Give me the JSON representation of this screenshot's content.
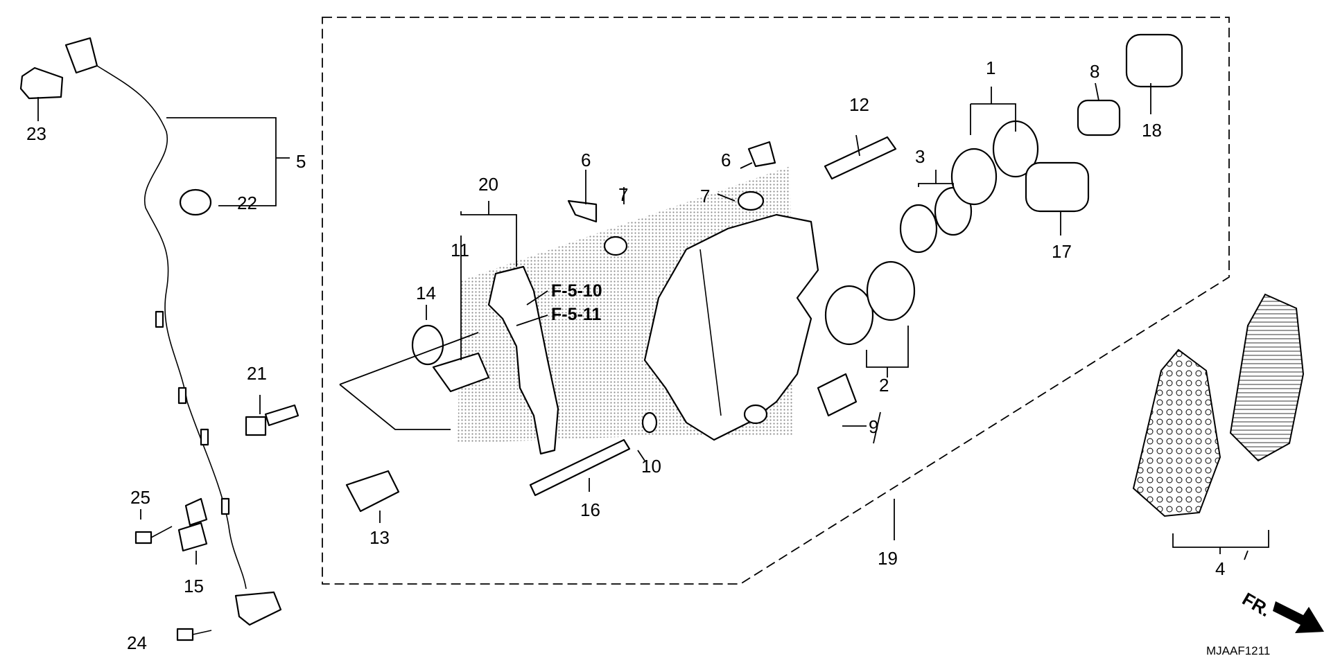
{
  "callouts": {
    "c1": "1",
    "c2": "2",
    "c3": "3",
    "c4": "4",
    "c5": "5",
    "c6a": "6",
    "c6b": "6",
    "c7a": "7",
    "c7b": "7",
    "c8": "8",
    "c9": "9",
    "c10": "10",
    "c11": "11",
    "c12": "12",
    "c13": "13",
    "c14": "14",
    "c15": "15",
    "c16": "16",
    "c17": "17",
    "c18": "18",
    "c19": "19",
    "c20": "20",
    "c21": "21",
    "c22": "22",
    "c23": "23",
    "c24": "24",
    "c25": "25"
  },
  "references": {
    "ref1": "F-5-10",
    "ref2": "F-5-11"
  },
  "direction_label": "FR.",
  "diagram_code": "MJAAF1211",
  "colors": {
    "line": "#000000",
    "background": "#ffffff",
    "shading": "#9a9a9a"
  }
}
